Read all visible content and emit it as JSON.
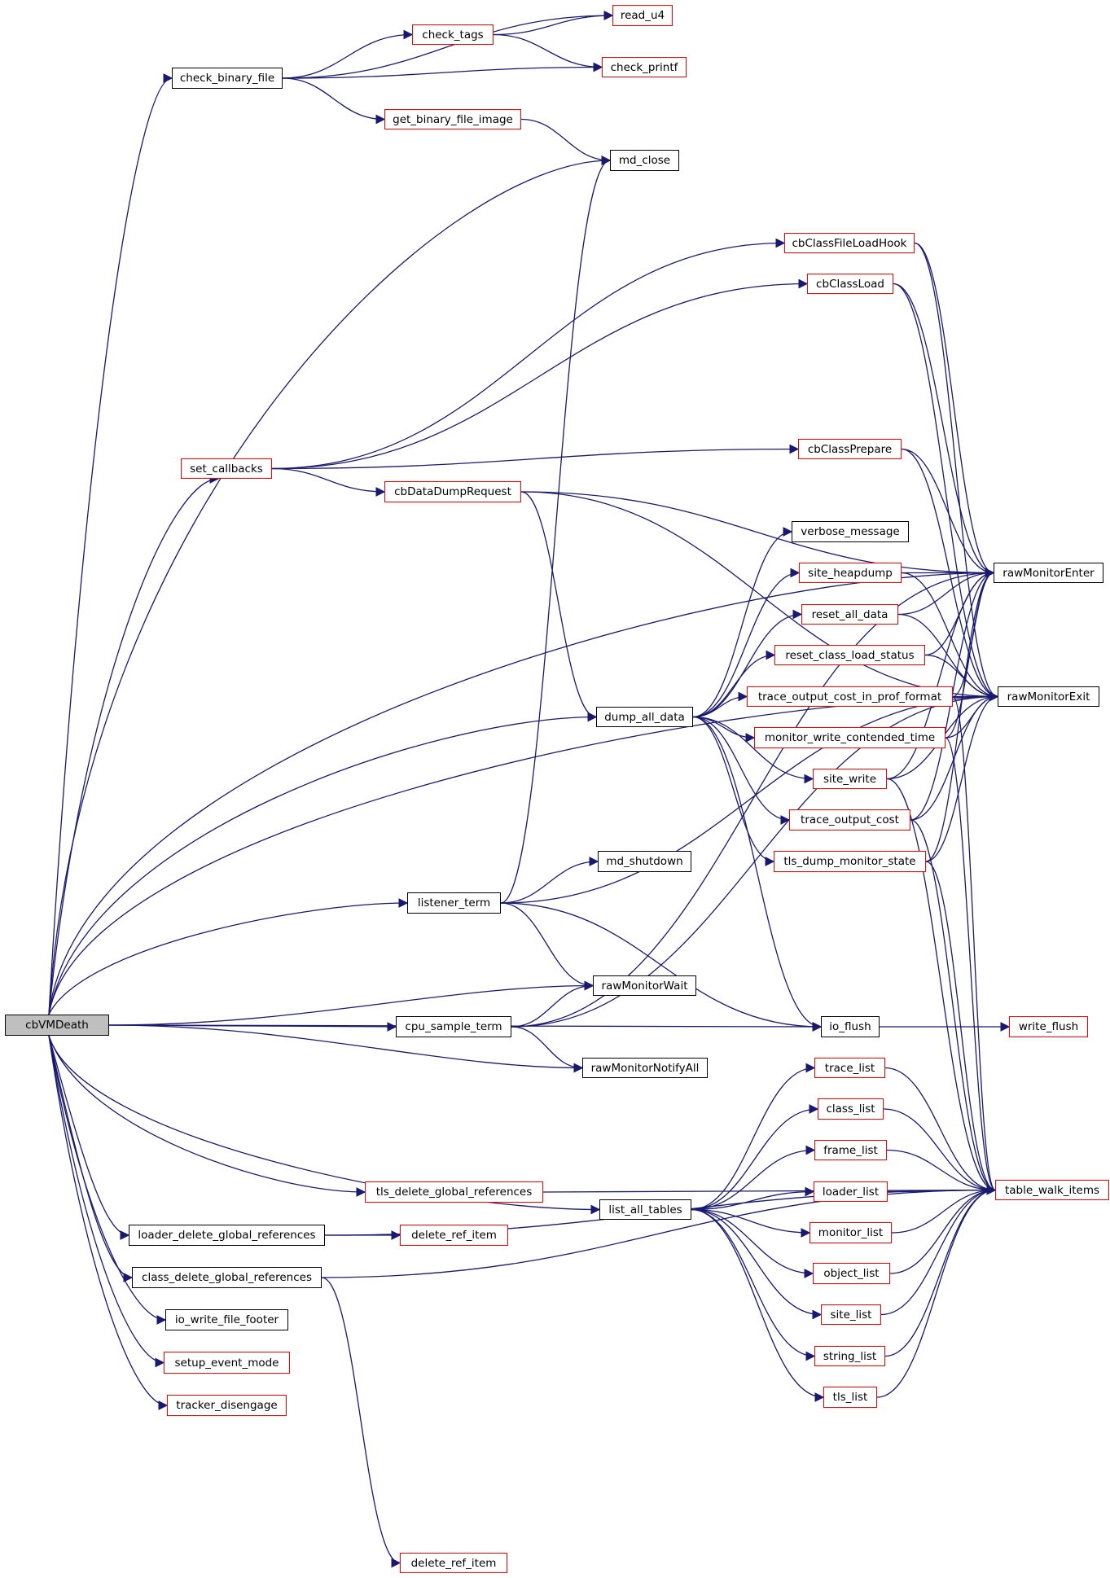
{
  "diagram": {
    "type": "call-graph",
    "root": "cbVMDeath",
    "colors": {
      "edge": "#191970",
      "truncated_border": "#ff0000",
      "normal_border": "#000000",
      "root_fill": "#bfbfbf"
    },
    "nodes": [
      {
        "id": "cbVMDeath",
        "label": "cbVMDeath",
        "style": "root"
      },
      {
        "id": "check_binary_file",
        "label": "check_binary_file",
        "style": "normal"
      },
      {
        "id": "read_u4",
        "label": "read_u4",
        "style": "truncated"
      },
      {
        "id": "check_tags",
        "label": "check_tags",
        "style": "truncated"
      },
      {
        "id": "check_printf",
        "label": "check_printf",
        "style": "truncated"
      },
      {
        "id": "get_binary_file_image",
        "label": "get_binary_file_image",
        "style": "truncated"
      },
      {
        "id": "md_close",
        "label": "md_close",
        "style": "normal"
      },
      {
        "id": "cbClassFileLoadHook",
        "label": "cbClassFileLoadHook",
        "style": "truncated"
      },
      {
        "id": "cbClassLoad",
        "label": "cbClassLoad",
        "style": "truncated"
      },
      {
        "id": "set_callbacks",
        "label": "set_callbacks",
        "style": "truncated"
      },
      {
        "id": "cbClassPrepare",
        "label": "cbClassPrepare",
        "style": "truncated"
      },
      {
        "id": "cbDataDumpRequest",
        "label": "cbDataDumpRequest",
        "style": "truncated"
      },
      {
        "id": "verbose_message",
        "label": "verbose_message",
        "style": "normal"
      },
      {
        "id": "site_heapdump",
        "label": "site_heapdump",
        "style": "truncated"
      },
      {
        "id": "rawMonitorEnter",
        "label": "rawMonitorEnter",
        "style": "normal"
      },
      {
        "id": "reset_all_data",
        "label": "reset_all_data",
        "style": "truncated"
      },
      {
        "id": "reset_class_load_status",
        "label": "reset_class_load_status",
        "style": "truncated"
      },
      {
        "id": "dump_all_data",
        "label": "dump_all_data",
        "style": "normal"
      },
      {
        "id": "trace_output_cost_in_prof_format",
        "label": "trace_output_cost_in_prof_format",
        "style": "truncated"
      },
      {
        "id": "rawMonitorExit",
        "label": "rawMonitorExit",
        "style": "normal"
      },
      {
        "id": "monitor_write_contended_time",
        "label": "monitor_write_contended_time",
        "style": "truncated"
      },
      {
        "id": "site_write",
        "label": "site_write",
        "style": "truncated"
      },
      {
        "id": "trace_output_cost",
        "label": "trace_output_cost",
        "style": "truncated"
      },
      {
        "id": "tls_dump_monitor_state",
        "label": "tls_dump_monitor_state",
        "style": "truncated"
      },
      {
        "id": "md_shutdown",
        "label": "md_shutdown",
        "style": "normal"
      },
      {
        "id": "listener_term",
        "label": "listener_term",
        "style": "normal"
      },
      {
        "id": "rawMonitorWait",
        "label": "rawMonitorWait",
        "style": "normal"
      },
      {
        "id": "cpu_sample_term",
        "label": "cpu_sample_term",
        "style": "normal"
      },
      {
        "id": "io_flush",
        "label": "io_flush",
        "style": "normal"
      },
      {
        "id": "write_flush",
        "label": "write_flush",
        "style": "truncated"
      },
      {
        "id": "rawMonitorNotifyAll",
        "label": "rawMonitorNotifyAll",
        "style": "normal"
      },
      {
        "id": "trace_list",
        "label": "trace_list",
        "style": "truncated"
      },
      {
        "id": "class_list",
        "label": "class_list",
        "style": "truncated"
      },
      {
        "id": "frame_list",
        "label": "frame_list",
        "style": "truncated"
      },
      {
        "id": "loader_list",
        "label": "loader_list",
        "style": "truncated"
      },
      {
        "id": "table_walk_items",
        "label": "table_walk_items",
        "style": "truncated"
      },
      {
        "id": "list_all_tables",
        "label": "list_all_tables",
        "style": "normal"
      },
      {
        "id": "monitor_list",
        "label": "monitor_list",
        "style": "truncated"
      },
      {
        "id": "object_list",
        "label": "object_list",
        "style": "truncated"
      },
      {
        "id": "site_list",
        "label": "site_list",
        "style": "truncated"
      },
      {
        "id": "string_list",
        "label": "string_list",
        "style": "truncated"
      },
      {
        "id": "tls_list",
        "label": "tls_list",
        "style": "truncated"
      },
      {
        "id": "tls_delete_global_references",
        "label": "tls_delete_global_references",
        "style": "truncated"
      },
      {
        "id": "loader_delete_global_references",
        "label": "loader_delete_global_references",
        "style": "normal"
      },
      {
        "id": "delete_ref_item_a",
        "label": "delete_ref_item",
        "style": "truncated"
      },
      {
        "id": "class_delete_global_references",
        "label": "class_delete_global_references",
        "style": "normal"
      },
      {
        "id": "io_write_file_footer",
        "label": "io_write_file_footer",
        "style": "normal"
      },
      {
        "id": "setup_event_mode",
        "label": "setup_event_mode",
        "style": "truncated"
      },
      {
        "id": "tracker_disengage",
        "label": "tracker_disengage",
        "style": "truncated"
      },
      {
        "id": "delete_ref_item_b",
        "label": "delete_ref_item",
        "style": "truncated"
      }
    ],
    "edges": [
      [
        "cbVMDeath",
        "check_binary_file"
      ],
      [
        "cbVMDeath",
        "md_close"
      ],
      [
        "cbVMDeath",
        "set_callbacks"
      ],
      [
        "cbVMDeath",
        "dump_all_data"
      ],
      [
        "cbVMDeath",
        "listener_term"
      ],
      [
        "cbVMDeath",
        "rawMonitorWait"
      ],
      [
        "cbVMDeath",
        "cpu_sample_term"
      ],
      [
        "cbVMDeath",
        "rawMonitorNotifyAll"
      ],
      [
        "cbVMDeath",
        "io_flush"
      ],
      [
        "cbVMDeath",
        "list_all_tables"
      ],
      [
        "cbVMDeath",
        "tls_delete_global_references"
      ],
      [
        "cbVMDeath",
        "loader_delete_global_references"
      ],
      [
        "cbVMDeath",
        "class_delete_global_references"
      ],
      [
        "cbVMDeath",
        "io_write_file_footer"
      ],
      [
        "cbVMDeath",
        "setup_event_mode"
      ],
      [
        "cbVMDeath",
        "tracker_disengage"
      ],
      [
        "cbVMDeath",
        "rawMonitorEnter"
      ],
      [
        "cbVMDeath",
        "rawMonitorExit"
      ],
      [
        "check_binary_file",
        "read_u4"
      ],
      [
        "check_binary_file",
        "check_tags"
      ],
      [
        "check_binary_file",
        "check_printf"
      ],
      [
        "check_binary_file",
        "get_binary_file_image"
      ],
      [
        "check_tags",
        "read_u4"
      ],
      [
        "check_tags",
        "check_printf"
      ],
      [
        "get_binary_file_image",
        "md_close"
      ],
      [
        "set_callbacks",
        "cbClassFileLoadHook"
      ],
      [
        "set_callbacks",
        "cbClassLoad"
      ],
      [
        "set_callbacks",
        "cbClassPrepare"
      ],
      [
        "set_callbacks",
        "cbDataDumpRequest"
      ],
      [
        "cbClassFileLoadHook",
        "rawMonitorEnter"
      ],
      [
        "cbClassFileLoadHook",
        "rawMonitorExit"
      ],
      [
        "cbClassLoad",
        "rawMonitorEnter"
      ],
      [
        "cbClassLoad",
        "rawMonitorExit"
      ],
      [
        "cbClassPrepare",
        "rawMonitorEnter"
      ],
      [
        "cbClassPrepare",
        "rawMonitorExit"
      ],
      [
        "cbDataDumpRequest",
        "rawMonitorEnter"
      ],
      [
        "cbDataDumpRequest",
        "rawMonitorExit"
      ],
      [
        "cbDataDumpRequest",
        "dump_all_data"
      ],
      [
        "dump_all_data",
        "verbose_message"
      ],
      [
        "dump_all_data",
        "site_heapdump"
      ],
      [
        "dump_all_data",
        "reset_all_data"
      ],
      [
        "dump_all_data",
        "reset_class_load_status"
      ],
      [
        "dump_all_data",
        "trace_output_cost_in_prof_format"
      ],
      [
        "dump_all_data",
        "monitor_write_contended_time"
      ],
      [
        "dump_all_data",
        "site_write"
      ],
      [
        "dump_all_data",
        "trace_output_cost"
      ],
      [
        "dump_all_data",
        "tls_dump_monitor_state"
      ],
      [
        "dump_all_data",
        "io_flush"
      ],
      [
        "site_heapdump",
        "rawMonitorEnter"
      ],
      [
        "site_heapdump",
        "rawMonitorExit"
      ],
      [
        "reset_all_data",
        "rawMonitorEnter"
      ],
      [
        "reset_all_data",
        "rawMonitorExit"
      ],
      [
        "reset_class_load_status",
        "rawMonitorEnter"
      ],
      [
        "reset_class_load_status",
        "rawMonitorExit"
      ],
      [
        "trace_output_cost_in_prof_format",
        "rawMonitorEnter"
      ],
      [
        "trace_output_cost_in_prof_format",
        "rawMonitorExit"
      ],
      [
        "trace_output_cost_in_prof_format",
        "table_walk_items"
      ],
      [
        "monitor_write_contended_time",
        "rawMonitorEnter"
      ],
      [
        "monitor_write_contended_time",
        "rawMonitorExit"
      ],
      [
        "monitor_write_contended_time",
        "table_walk_items"
      ],
      [
        "site_write",
        "rawMonitorEnter"
      ],
      [
        "site_write",
        "rawMonitorExit"
      ],
      [
        "site_write",
        "table_walk_items"
      ],
      [
        "trace_output_cost",
        "rawMonitorEnter"
      ],
      [
        "trace_output_cost",
        "rawMonitorExit"
      ],
      [
        "trace_output_cost",
        "table_walk_items"
      ],
      [
        "tls_dump_monitor_state",
        "rawMonitorEnter"
      ],
      [
        "tls_dump_monitor_state",
        "rawMonitorExit"
      ],
      [
        "tls_dump_monitor_state",
        "table_walk_items"
      ],
      [
        "listener_term",
        "md_close"
      ],
      [
        "listener_term",
        "md_shutdown"
      ],
      [
        "listener_term",
        "rawMonitorWait"
      ],
      [
        "listener_term",
        "io_flush"
      ],
      [
        "listener_term",
        "rawMonitorExit"
      ],
      [
        "cpu_sample_term",
        "rawMonitorEnter"
      ],
      [
        "cpu_sample_term",
        "rawMonitorWait"
      ],
      [
        "cpu_sample_term",
        "rawMonitorNotifyAll"
      ],
      [
        "cpu_sample_term",
        "rawMonitorExit"
      ],
      [
        "io_flush",
        "write_flush"
      ],
      [
        "list_all_tables",
        "trace_list"
      ],
      [
        "list_all_tables",
        "class_list"
      ],
      [
        "list_all_tables",
        "frame_list"
      ],
      [
        "list_all_tables",
        "loader_list"
      ],
      [
        "list_all_tables",
        "monitor_list"
      ],
      [
        "list_all_tables",
        "object_list"
      ],
      [
        "list_all_tables",
        "site_list"
      ],
      [
        "list_all_tables",
        "string_list"
      ],
      [
        "list_all_tables",
        "tls_list"
      ],
      [
        "trace_list",
        "table_walk_items"
      ],
      [
        "class_list",
        "table_walk_items"
      ],
      [
        "frame_list",
        "table_walk_items"
      ],
      [
        "loader_list",
        "table_walk_items"
      ],
      [
        "monitor_list",
        "table_walk_items"
      ],
      [
        "object_list",
        "table_walk_items"
      ],
      [
        "site_list",
        "table_walk_items"
      ],
      [
        "string_list",
        "table_walk_items"
      ],
      [
        "tls_list",
        "table_walk_items"
      ],
      [
        "tls_delete_global_references",
        "table_walk_items"
      ],
      [
        "loader_delete_global_references",
        "delete_ref_item_a"
      ],
      [
        "loader_delete_global_references",
        "table_walk_items"
      ],
      [
        "class_delete_global_references",
        "delete_ref_item_b"
      ],
      [
        "class_delete_global_references",
        "table_walk_items"
      ]
    ]
  }
}
